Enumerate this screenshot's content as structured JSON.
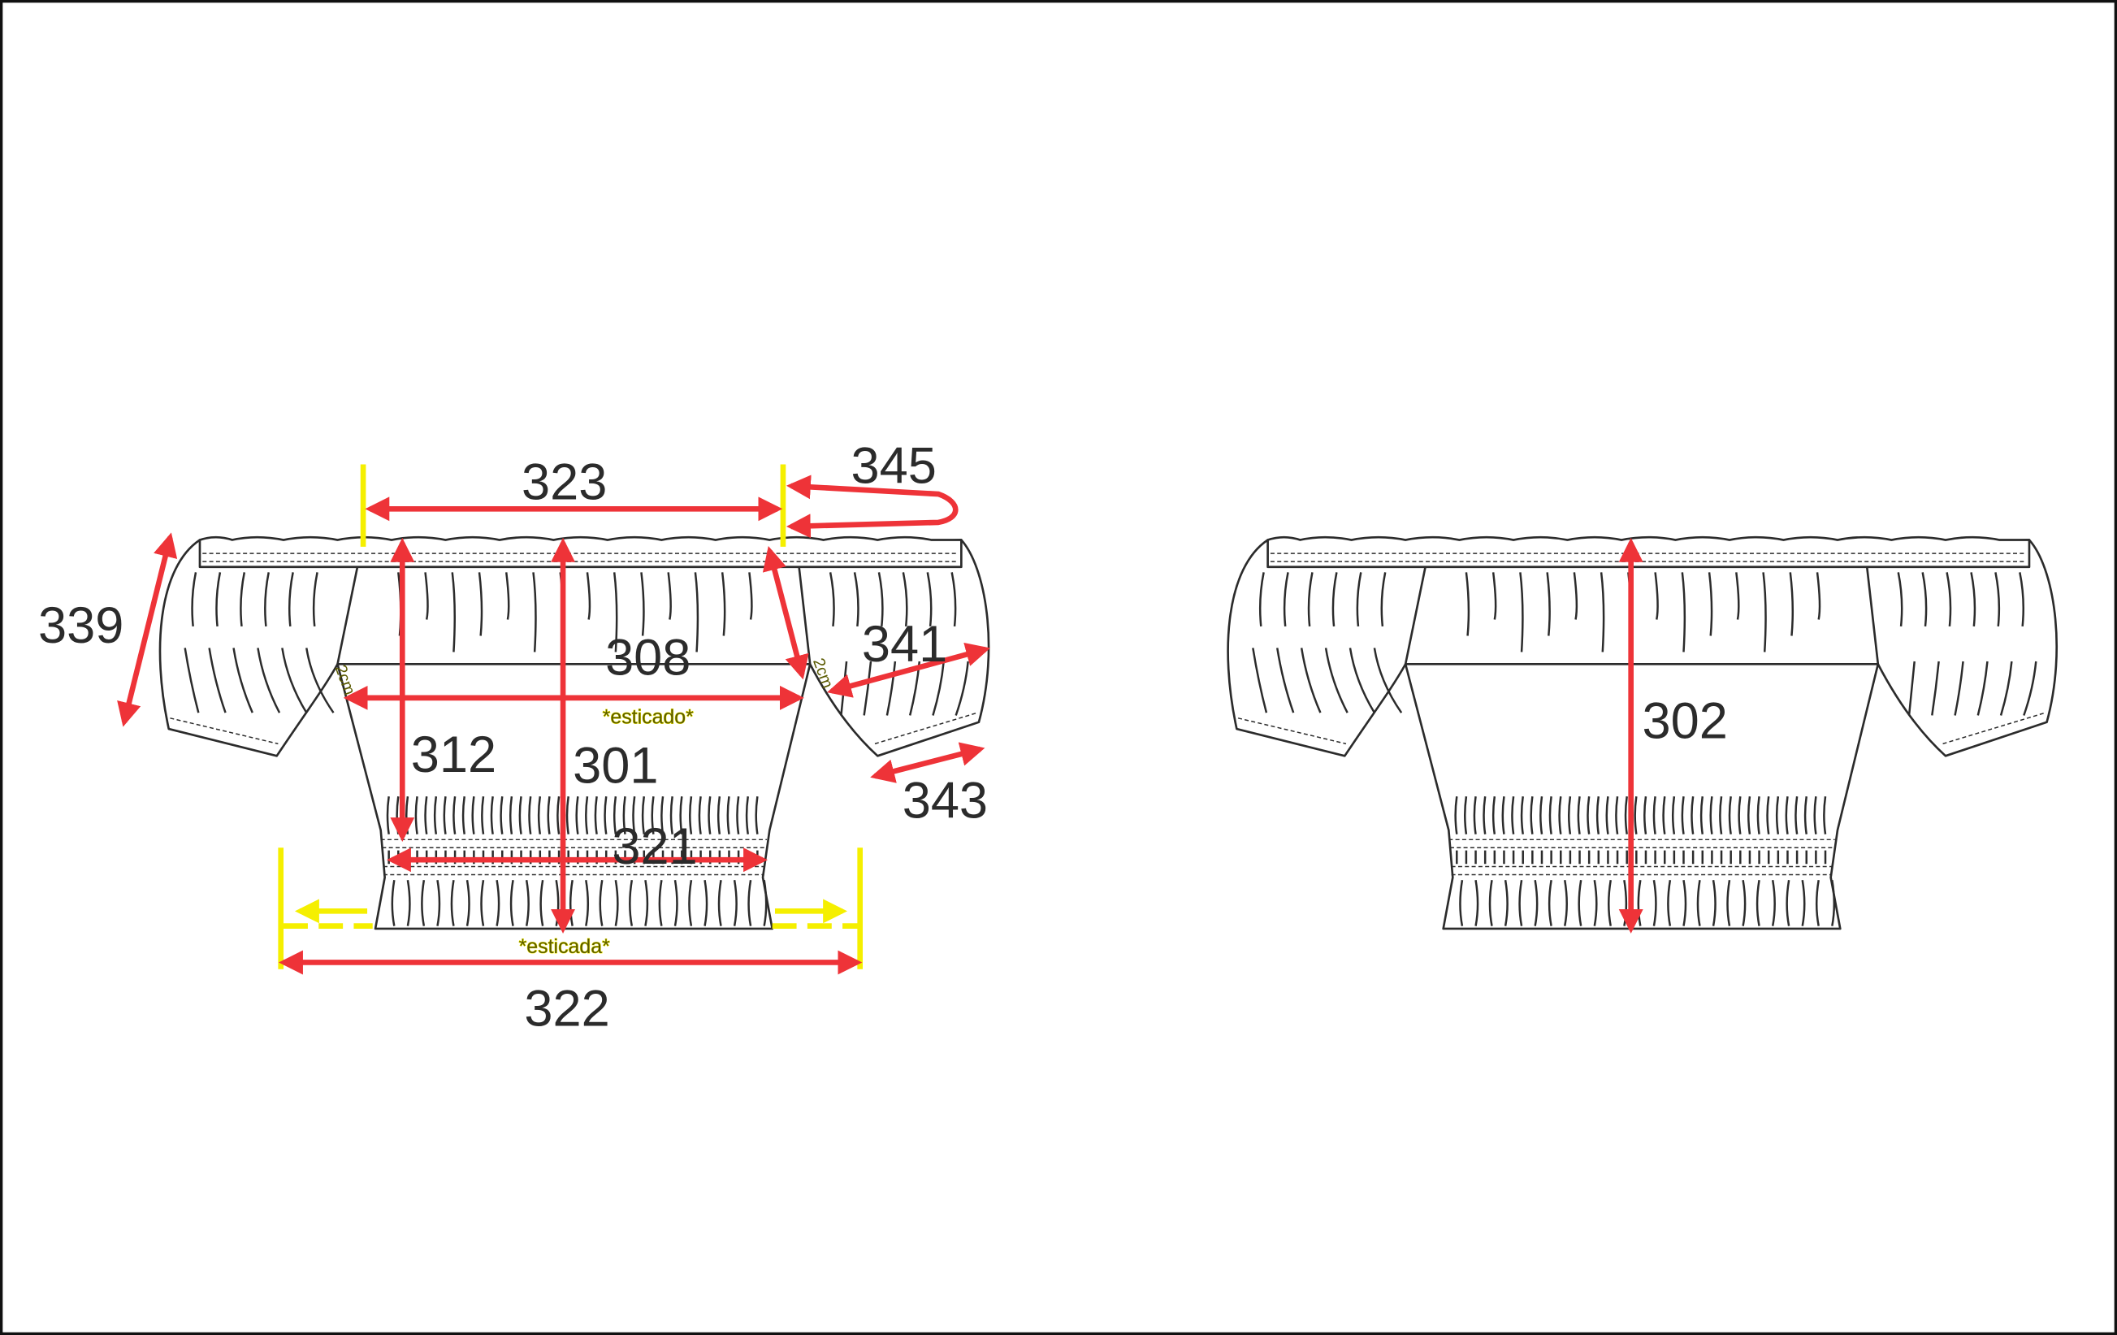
{
  "measurements": {
    "m323": "323",
    "m345": "345",
    "m339": "339",
    "m312": "312",
    "m301": "301",
    "m308": "308",
    "m341": "341",
    "m343": "343",
    "m321": "321",
    "m322": "322",
    "m302": "302"
  },
  "notes": {
    "esticado": "*esticado*",
    "esticada": "*esticada*",
    "two_cm_left": "2cm",
    "two_cm_right": "2cm"
  },
  "colors": {
    "measure_arrow": "#ee3338",
    "reference_line": "#f5ef00",
    "outline": "#2b2b2b"
  }
}
